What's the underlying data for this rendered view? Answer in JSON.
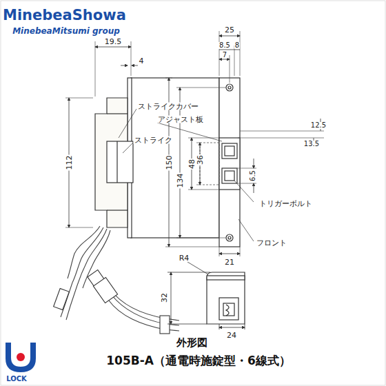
{
  "diagram": {
    "title": "外形図",
    "caption": "105B-A（通電時施錠型・6線式）",
    "labels": [
      "MinebeaShowa",
      "MinebeaMitsumi group",
      "19.5",
      "4",
      "25",
      "8.5",
      "8",
      "7",
      "12.5",
      "13.5",
      "112",
      "150",
      "134",
      "48",
      "36",
      "6.5",
      "ストライクカバー",
      "アジャスト板",
      "ストライク",
      "トリガーボルト",
      "フロント",
      "21",
      "R4",
      "32",
      "24",
      "LOCK"
    ]
  }
}
